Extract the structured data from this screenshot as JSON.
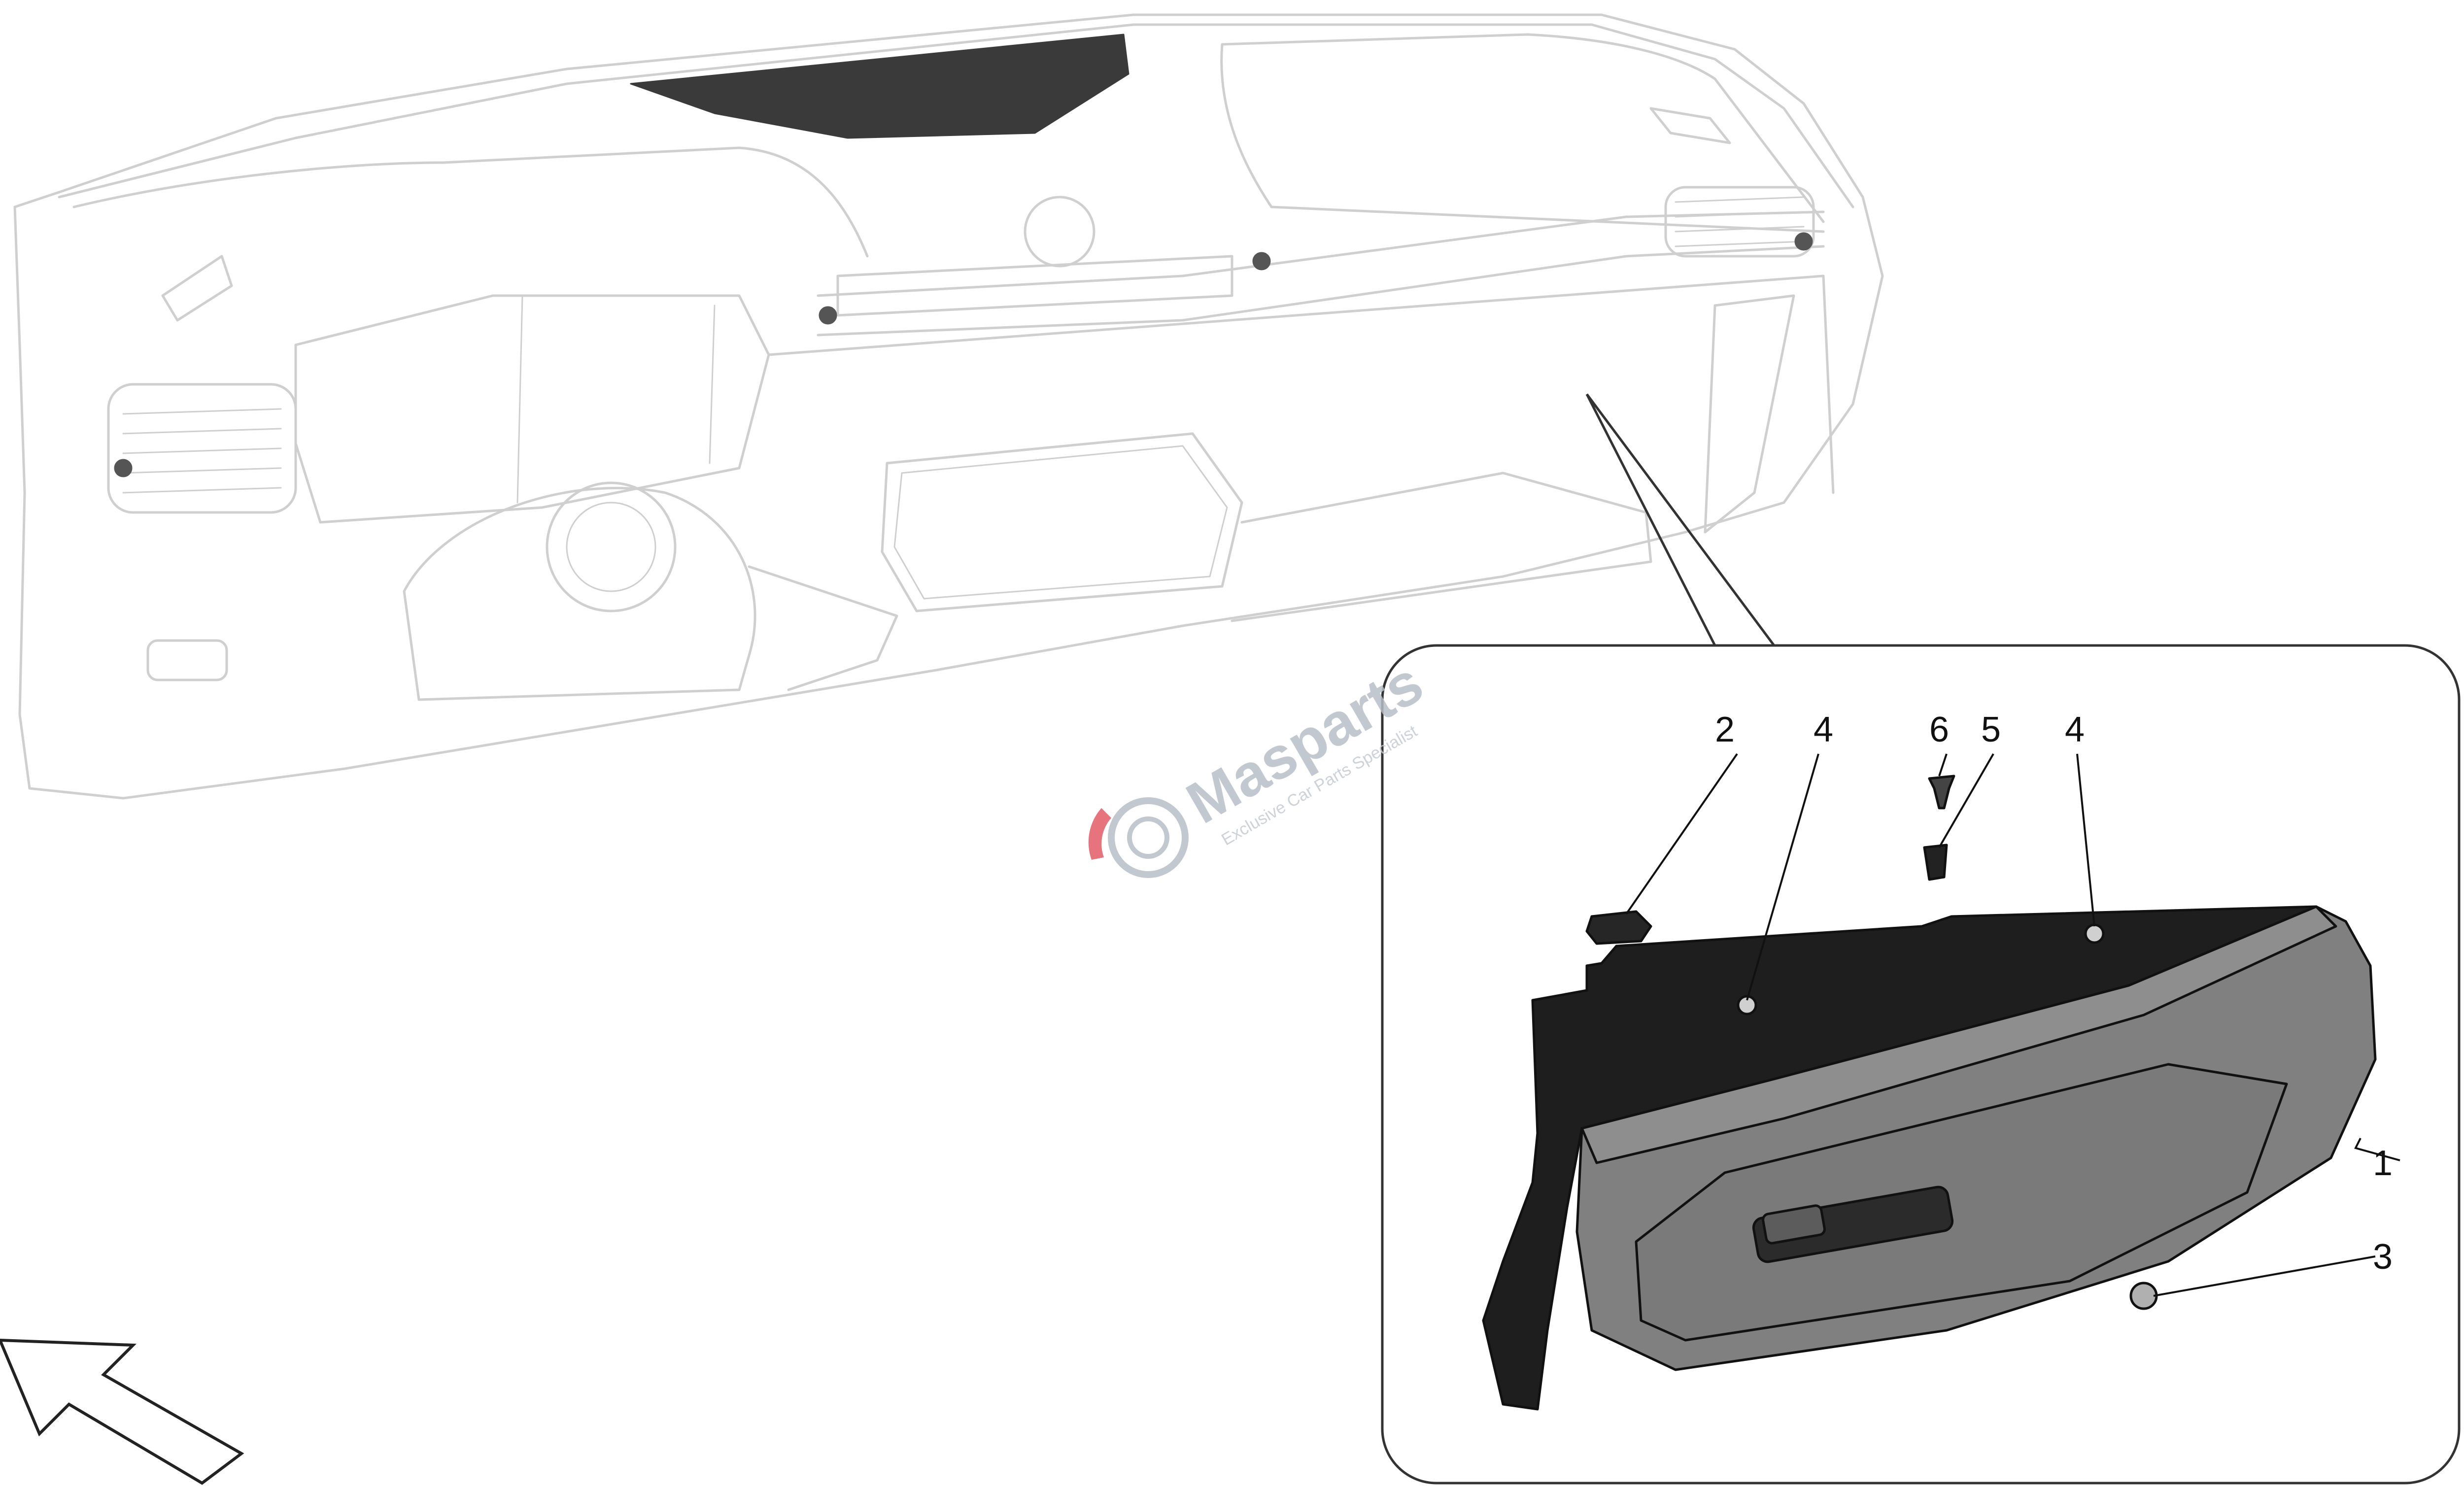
{
  "diagram": {
    "callouts": [
      {
        "id": "label-2",
        "text": "2"
      },
      {
        "id": "label-4-left",
        "text": "4"
      },
      {
        "id": "label-6",
        "text": "6"
      },
      {
        "id": "label-5",
        "text": "5"
      },
      {
        "id": "label-4-right",
        "text": "4"
      },
      {
        "id": "label-1",
        "text": "1"
      },
      {
        "id": "label-3",
        "text": "3"
      }
    ],
    "watermark": {
      "brand": "Masparts",
      "tagline": "Exclusive Car Parts Specialist"
    },
    "colors": {
      "line_light": "#cfcfcf",
      "line_dark": "#222222",
      "part_fill": "#808080",
      "tray_fill": "#1e1e1e",
      "watermark_red": "#e35a66",
      "watermark_grey": "#b8bfc7"
    }
  }
}
